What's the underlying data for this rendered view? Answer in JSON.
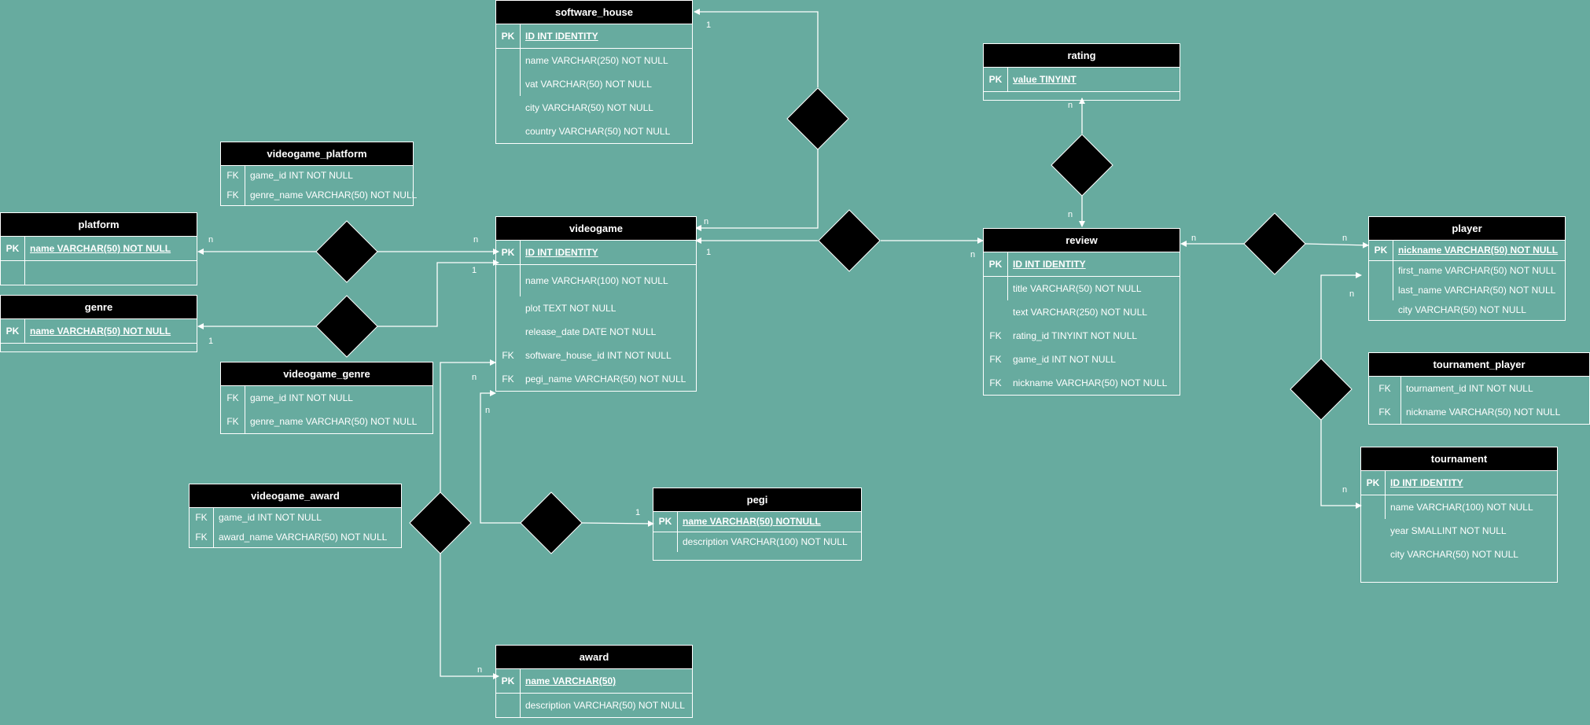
{
  "entities": {
    "software_house": {
      "title": "software_house",
      "rows": [
        {
          "key": "PK",
          "text": "ID INT IDENTITY"
        },
        {
          "key": "",
          "text": "name VARCHAR(250) NOT NULL"
        },
        {
          "key": "",
          "text": "vat VARCHAR(50) NOT NULL"
        },
        {
          "key": "",
          "text": "city VARCHAR(50) NOT NULL"
        },
        {
          "key": "",
          "text": "country VARCHAR(50) NOT NULL"
        }
      ]
    },
    "rating": {
      "title": "rating",
      "rows": [
        {
          "key": "PK",
          "text": "value TINYINT"
        }
      ]
    },
    "videogame_platform": {
      "title": "videogame_platform",
      "rows": [
        {
          "key": "FK",
          "text": "game_id INT NOT NULL"
        },
        {
          "key": "FK",
          "text": "genre_name VARCHAR(50) NOT NULL"
        }
      ]
    },
    "platform": {
      "title": "platform",
      "rows": [
        {
          "key": "PK",
          "text": "name VARCHAR(50) NOT NULL"
        },
        {
          "key": "",
          "text": ""
        }
      ]
    },
    "genre": {
      "title": "genre",
      "rows": [
        {
          "key": "PK",
          "text": "name VARCHAR(50) NOT NULL"
        }
      ]
    },
    "videogame": {
      "title": "videogame",
      "rows": [
        {
          "key": "PK",
          "text": "ID INT IDENTITY"
        },
        {
          "key": "",
          "text": "name VARCHAR(100) NOT NULL"
        },
        {
          "key": "",
          "text": "plot TEXT NOT NULL"
        },
        {
          "key": "",
          "text": "release_date DATE NOT NULL"
        },
        {
          "key": "FK",
          "text": "software_house_id INT NOT NULL"
        },
        {
          "key": "FK",
          "text": "pegi_name VARCHAR(50) NOT NULL"
        }
      ]
    },
    "videogame_genre": {
      "title": "videogame_genre",
      "rows": [
        {
          "key": "FK",
          "text": "game_id INT NOT NULL"
        },
        {
          "key": "FK",
          "text": "genre_name VARCHAR(50) NOT NULL"
        }
      ]
    },
    "videogame_award": {
      "title": "videogame_award",
      "rows": [
        {
          "key": "FK",
          "text": "game_id  INT NOT NULL"
        },
        {
          "key": "FK",
          "text": "award_name VARCHAR(50) NOT NULL"
        }
      ]
    },
    "pegi": {
      "title": "pegi",
      "rows": [
        {
          "key": "PK",
          "text": "name VARCHAR(50) NOTNULL"
        },
        {
          "key": "",
          "text": "description VARCHAR(100) NOT NULL"
        }
      ]
    },
    "award": {
      "title": "award",
      "rows": [
        {
          "key": "PK",
          "text": "name VARCHAR(50)"
        },
        {
          "key": "",
          "text": "description VARCHAR(50) NOT NULL"
        }
      ]
    },
    "review": {
      "title": "review",
      "rows": [
        {
          "key": "PK",
          "text": "ID INT IDENTITY"
        },
        {
          "key": "",
          "text": "title VARCHAR(50) NOT NULL"
        },
        {
          "key": "",
          "text": "text VARCHAR(250) NOT NULL"
        },
        {
          "key": "FK",
          "text": "rating_id TINYINT NOT NULL"
        },
        {
          "key": "FK",
          "text": "game_id INT NOT NULL"
        },
        {
          "key": "FK",
          "text": "nickname VARCHAR(50) NOT NULL"
        }
      ]
    },
    "player": {
      "title": "player",
      "rows": [
        {
          "key": "PK",
          "text": "nickname VARCHAR(50) NOT NULL"
        },
        {
          "key": "",
          "text": "first_name VARCHAR(50) NOT NULL"
        },
        {
          "key": "",
          "text": "last_name VARCHAR(50) NOT NULL"
        },
        {
          "key": "",
          "text": "city VARCHAR(50) NOT NULL"
        }
      ]
    },
    "tournament_player": {
      "title": "tournament_player",
      "rows": [
        {
          "key": "FK",
          "text": "tournament_id INT NOT NULL"
        },
        {
          "key": "FK",
          "text": "nickname VARCHAR(50) NOT NULL"
        }
      ]
    },
    "tournament": {
      "title": "tournament",
      "rows": [
        {
          "key": "PK",
          "text": "ID INT IDENTITY"
        },
        {
          "key": "",
          "text": "name VARCHAR(100) NOT NULL"
        },
        {
          "key": "",
          "text": "year SMALLINT NOT NULL"
        },
        {
          "key": "",
          "text": "city VARCHAR(50) NOT NULL"
        }
      ]
    }
  },
  "cardinalities": [
    "1",
    "n",
    "1",
    "n",
    "n",
    "n",
    "n",
    "n",
    "n",
    "n",
    "1",
    "1",
    "n",
    "n",
    "1",
    "n",
    "n",
    "n"
  ],
  "relationships": [
    "software_house-videogame",
    "videogame-review",
    "rating-review",
    "review-player",
    "platform-videogame",
    "genre-videogame",
    "videogame-pegi",
    "videogame-award",
    "player-tournament"
  ],
  "colors": {
    "background": "#67ab9f",
    "header": "#000000",
    "line": "#ffffff",
    "diamond": "#000000"
  }
}
